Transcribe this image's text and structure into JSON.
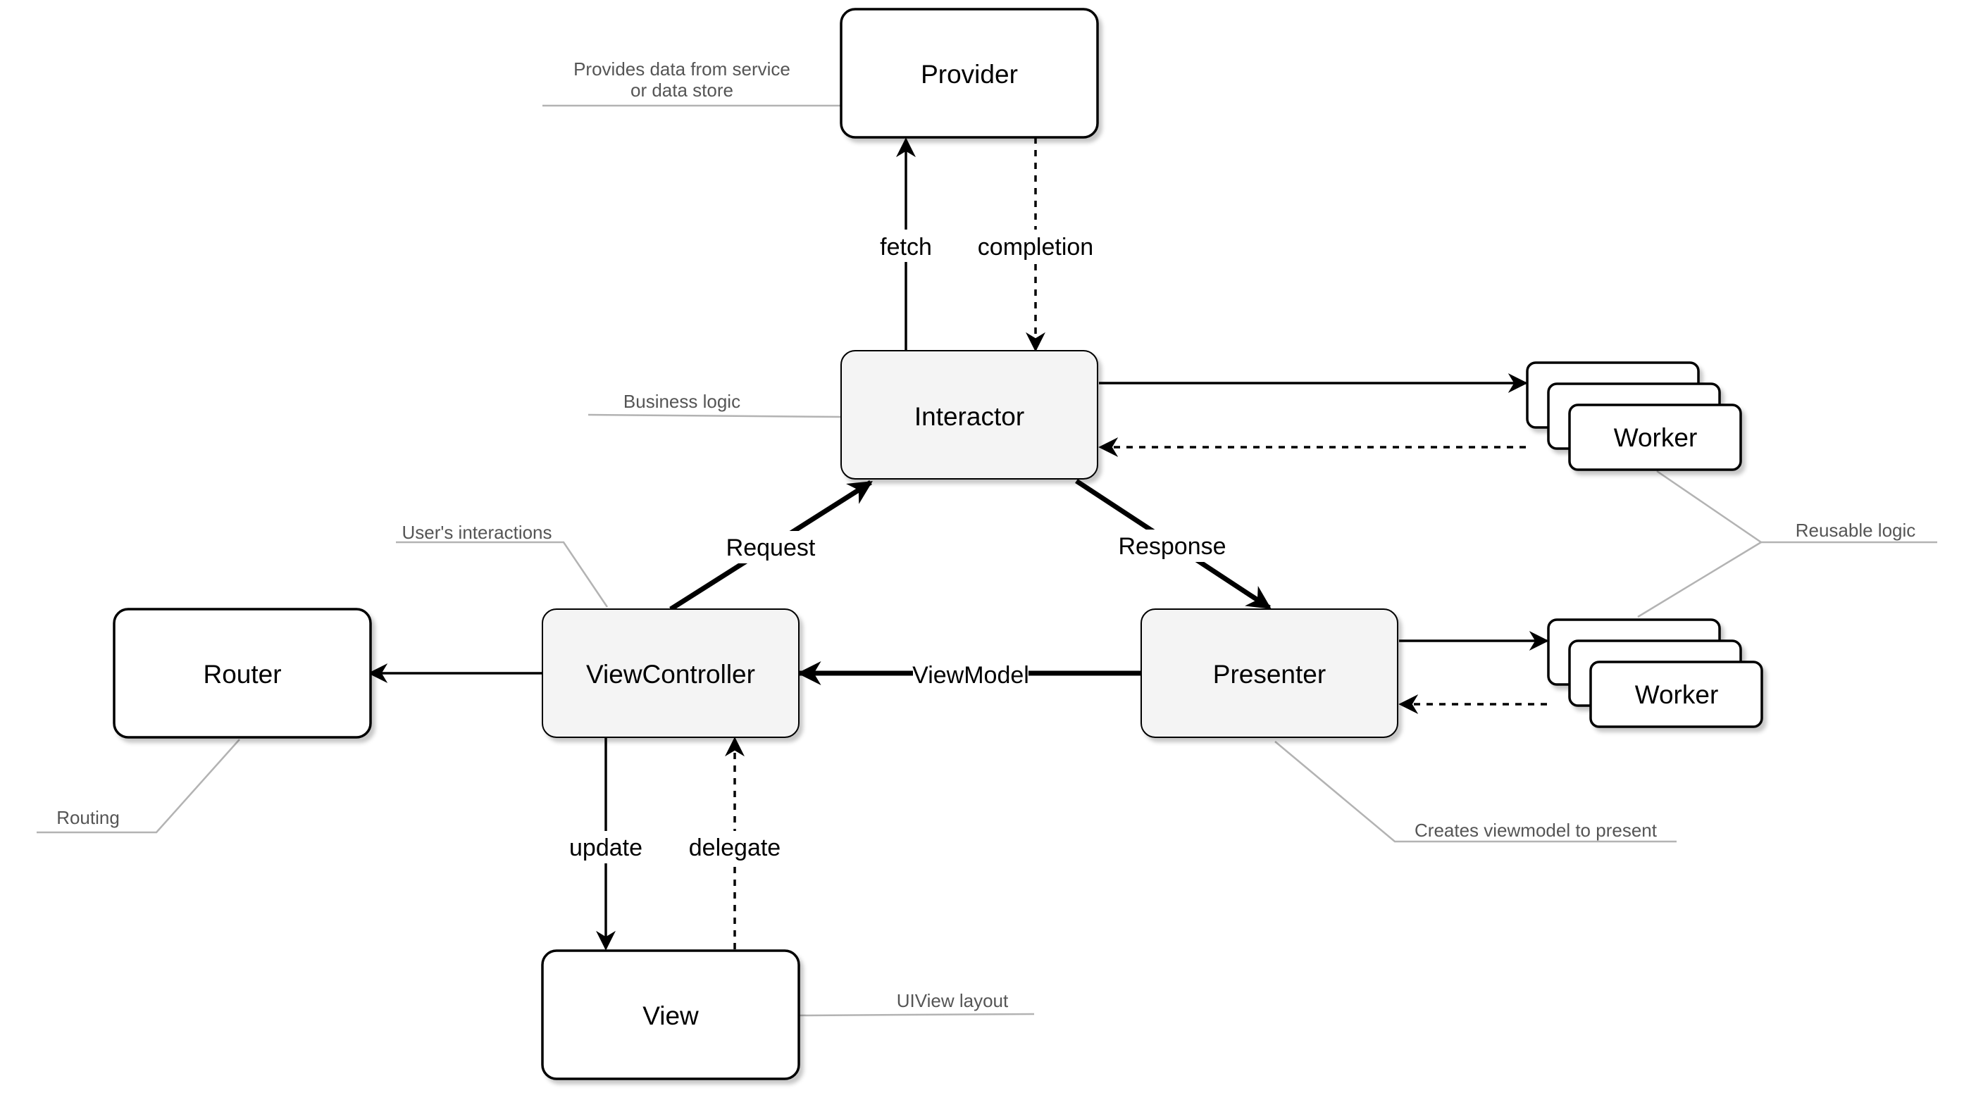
{
  "nodes": {
    "provider": "Provider",
    "interactor": "Interactor",
    "presenter": "Presenter",
    "view_controller": "ViewController",
    "router": "Router",
    "view": "View",
    "worker_interactor": "Worker",
    "worker_presenter": "Worker"
  },
  "edges": {
    "fetch": "fetch",
    "completion": "completion",
    "request": "Request",
    "response": "Response",
    "view_model": "ViewModel",
    "update": "update",
    "delegate": "delegate"
  },
  "notes": {
    "provider_line1": "Provides data from service",
    "provider_line2": "or data store",
    "business_logic": "Business logic",
    "users_interactions": "User's interactions",
    "reusable_logic": "Reusable logic",
    "routing": "Routing",
    "creates_viewmodel": "Creates viewmodel to present",
    "uiview_layout": "UIView layout"
  },
  "colors": {
    "highlight_fill": "#f4f4f4",
    "plain_fill": "#ffffff",
    "note_text": "#555555",
    "note_line": "#b3b3b3"
  }
}
